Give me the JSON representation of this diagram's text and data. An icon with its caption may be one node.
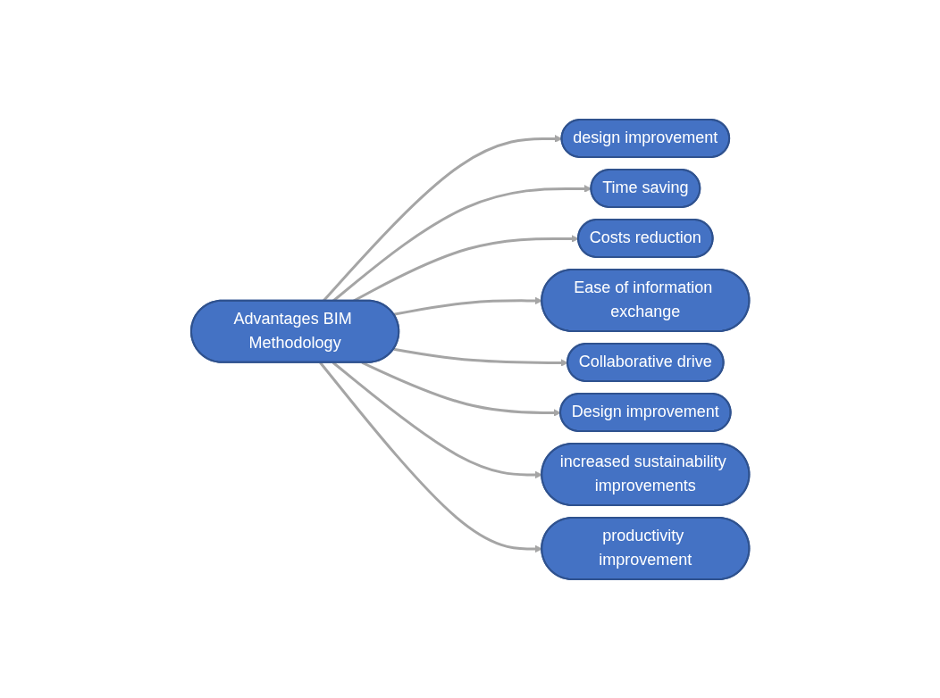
{
  "diagram": {
    "nodes": [
      {
        "text": [
          "design improvement"
        ]
      },
      {
        "text": [
          "productivity improvement"
        ]
      },
      {
        "text": [
          "Time saving"
        ]
      },
      {
        "text": [
          "increased sustainability improvements"
        ]
      },
      {
        "text": [
          "Advantages BIM Methodology"
        ]
      },
      {
        "text": [
          "Costs reduction"
        ]
      },
      {
        "text": [
          "Design improvement"
        ]
      },
      {
        "text": [
          "Ease of information exchange"
        ]
      },
      {
        "text": [
          "Collaborative drive"
        ]
      }
    ],
    "edges": [
      {
        "from": 4,
        "to": 0,
        "arrow": "to"
      },
      {
        "from": 4,
        "to": 2,
        "arrow": "to"
      },
      {
        "from": 4,
        "to": 5,
        "arrow": "to"
      },
      {
        "from": 4,
        "to": 7,
        "arrow": "to"
      },
      {
        "from": 4,
        "to": 8,
        "arrow": "to"
      },
      {
        "from": 4,
        "to": 6,
        "arrow": "to"
      },
      {
        "from": 4,
        "to": 3,
        "arrow": "to"
      },
      {
        "from": 4,
        "to": 1,
        "arrow": "to"
      }
    ]
  }
}
